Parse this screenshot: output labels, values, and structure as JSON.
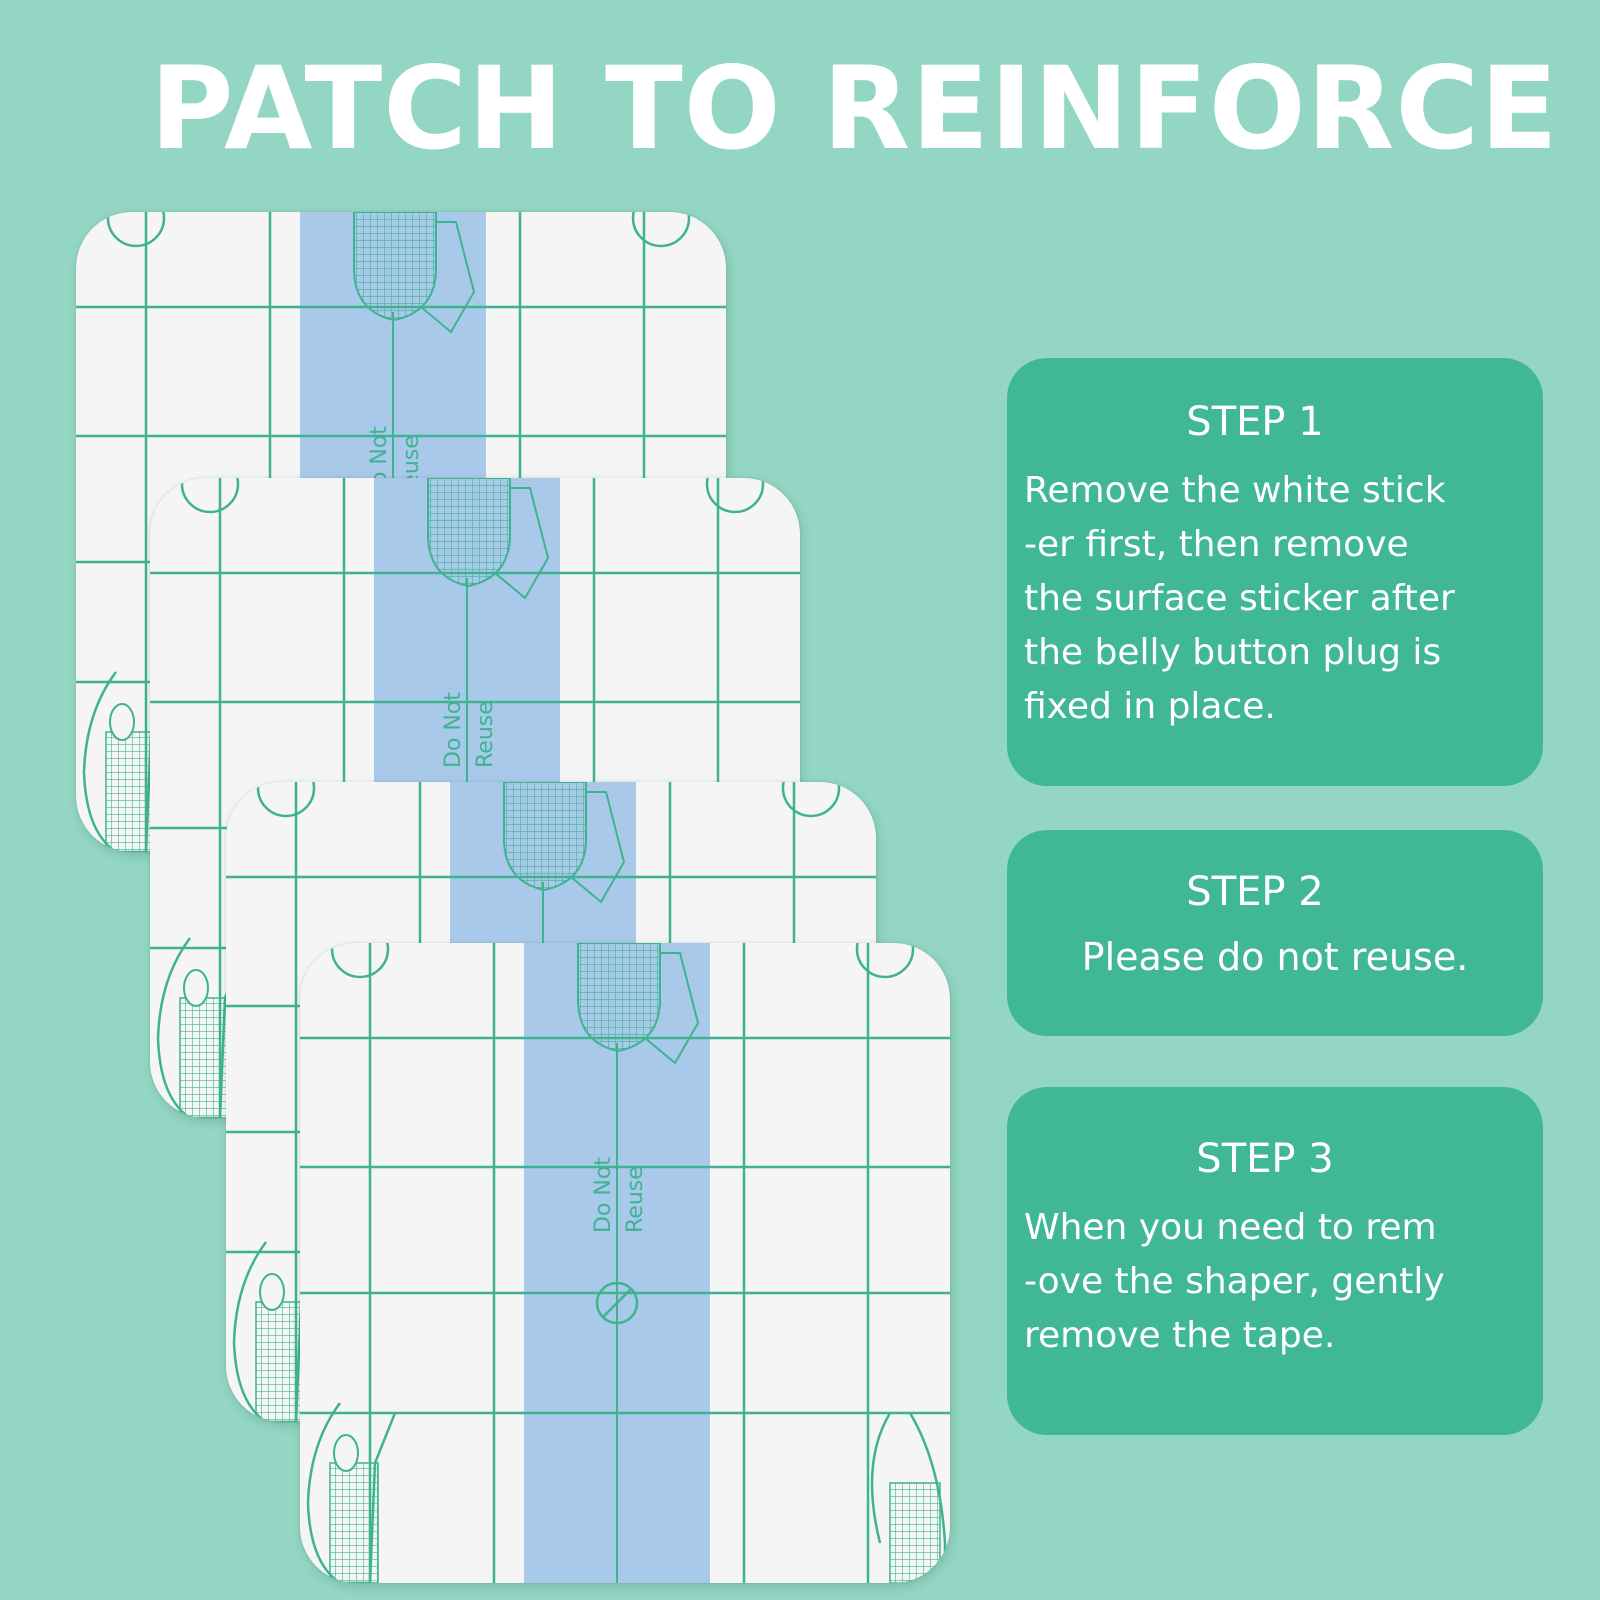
{
  "title": "PATCH TO REINFORCE",
  "colors": {
    "background": "#93d6c3",
    "card": "#41b895",
    "title_text": "#ffffff",
    "patch_surface": "#f4f5f4",
    "patch_strip": "#a4c6ea",
    "patch_grid": "#3fb38f"
  },
  "patches": {
    "strip_label_line1": "Do Not",
    "strip_label_line2": "Reuse"
  },
  "steps": [
    {
      "title": "STEP 1",
      "text": "Remove the white stick\n-er first, then remove\nthe surface sticker after\nthe belly button plug is\nfixed in place."
    },
    {
      "title": "STEP 2",
      "text": "Please do not reuse."
    },
    {
      "title": "STEP 3",
      "text": "When you need to rem\n-ove the shaper, gently\nremove the tape."
    }
  ]
}
